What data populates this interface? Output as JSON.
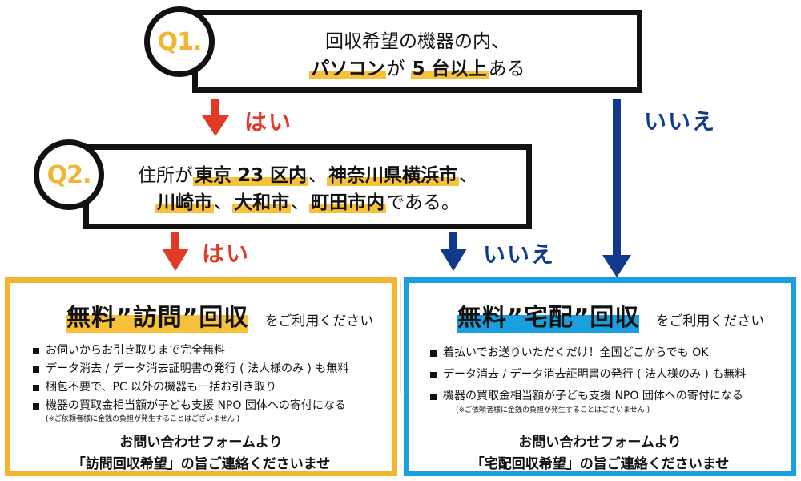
{
  "q1": {
    "badge": "Q1.",
    "line1": "回収希望の機器の内、",
    "line2_hl1": "パソコン",
    "line2_p1": "が",
    "line2_hl2": "5 台以上",
    "line2_p2": "ある"
  },
  "q1_yes": "はい",
  "q1_no": "いいえ",
  "q2": {
    "badge": "Q2.",
    "l1_pre": "住所が",
    "l1_hl1": "東京 23 区内",
    "l1_sep": "、",
    "l1_hl2": "神奈川県横浜市",
    "l1_end": "、",
    "l2_hl1": "川崎市",
    "l2_sep1": "、",
    "l2_hl2": "大和市",
    "l2_sep2": "、",
    "l2_hl3": "町田市内",
    "l2_end": "である。"
  },
  "q2_yes": "はい",
  "q2_no": "いいえ",
  "left_panel": {
    "title": "無料”訪問”回収",
    "subtitle": "をご利用ください",
    "items": [
      "お伺いからお引き取りまで完全無料",
      "データ消去 / データ消去証明書の発行 ( 法人様のみ ) も無料",
      "梱包不要で、PC 以外の機器も一括お引き取り",
      "機器の買取金相当額が子ども支援 NPO 団体への寄付になる"
    ],
    "note": "(※ご依頼者様に金銭の負担が発生することはございません )",
    "contact1": "お問い合わせフォームより",
    "contact2": "「訪問回収希望」の旨ご連絡くださいませ"
  },
  "right_panel": {
    "title": "無料”宅配”回収",
    "subtitle": "をご利用ください",
    "items": [
      "着払いでお送りいただくだけ！全国どこからでも OK",
      "データ消去 / データ消去証明書の発行 ( 法人様のみ ) も無料",
      "機器の買取金相当額が子ども支援 NPO 団体への寄付になる"
    ],
    "note": "(※ご依頼者様に金銭の負担が発生することはございません )",
    "contact1": "お問い合わせフォームより",
    "contact2": "「宅配回収希望」の旨ご連絡くださいませ"
  },
  "colors": {
    "yellow": "#f3b52f",
    "blue": "#1aa0de",
    "red": "#e23a27",
    "navy": "#113a8c"
  }
}
